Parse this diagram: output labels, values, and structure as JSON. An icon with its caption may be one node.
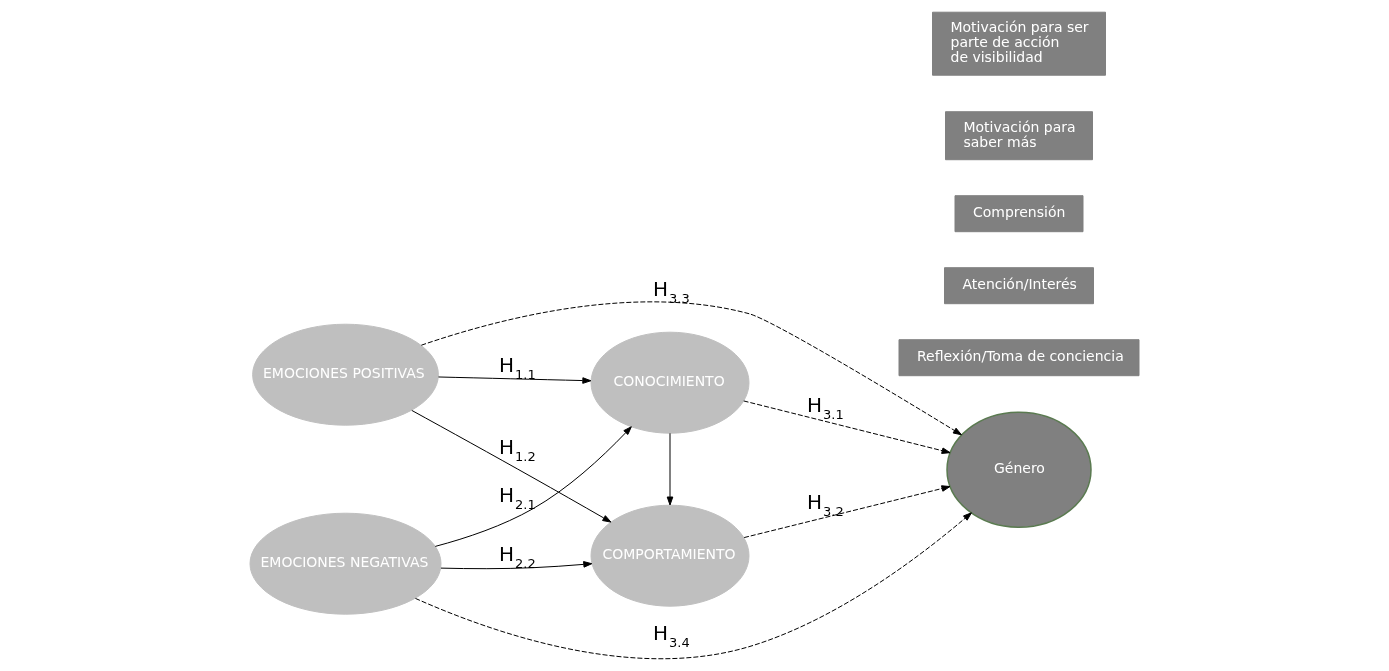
{
  "diagram": {
    "nodes": [
      {
        "text": [
          "EMOCIONES POSITIVAS"
        ]
      },
      {
        "text": [
          "CONOCIMIENTO"
        ]
      },
      {
        "text": [
          "Reflexión/Toma de conciencia"
        ]
      },
      {
        "text": [
          "Atención/Interés"
        ]
      },
      {
        "text": [
          "Comprensión"
        ]
      },
      {
        "text": [
          "Género"
        ]
      },
      {
        "text": [
          "COMPORTAMIENTO"
        ]
      },
      {
        "text": [
          "EMOCIONES NEGATIVAS"
        ]
      },
      {
        "text": [
          "Motivación para saber más"
        ]
      },
      {
        "text": [
          "Motivación para ser parte de acción de visibilidad"
        ]
      }
    ],
    "edges": [
      {
        "from": 0,
        "to": 1,
        "arrow": "to",
        "label": "H$_{1.1}$"
      },
      {
        "from": 0,
        "to": 6,
        "arrow": "to",
        "label": "H$_{1.2}$"
      },
      {
        "from": 7,
        "to": 1,
        "arrow": "to",
        "label": "H$_{2.1}$"
      },
      {
        "from": 7,
        "to": 6,
        "arrow": "to",
        "label": "H$_{2.2}$"
      },
      {
        "from": 1,
        "to": 6,
        "arrow": "to"
      },
      {
        "from": 1,
        "to": 5,
        "arrow": "to",
        "label": "H$_{3.1}$",
        "style": "dashed"
      },
      {
        "from": 6,
        "to": 5,
        "arrow": "to",
        "label": "H$_{3.2}$",
        "style": "dashed"
      },
      {
        "from": 0,
        "to": 5,
        "arrow": "to",
        "label": "H$_{3.3}$",
        "style": "dashed"
      },
      {
        "from": 7,
        "to": 5,
        "arrow": "to",
        "label": "H$_{3.4}$",
        "style": "dashed"
      }
    ]
  }
}
